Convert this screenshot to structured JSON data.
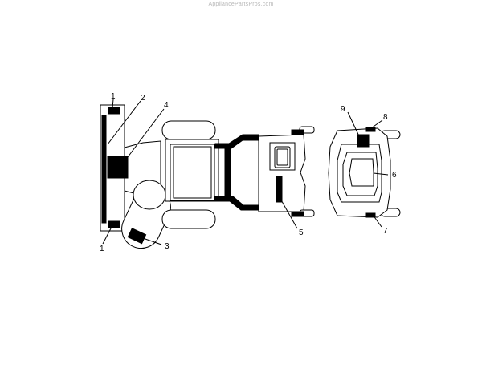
{
  "watermark": "AppliancePartsPros.com",
  "callouts": {
    "label_1_top": "1",
    "label_2": "2",
    "label_3": "3",
    "label_4": "4",
    "label_1_bottom": "1",
    "label_5": "5",
    "label_6": "6",
    "label_7": "7",
    "label_8": "8",
    "label_9": "9"
  },
  "colors": {
    "ink": "#000000",
    "paper": "#ffffff"
  }
}
